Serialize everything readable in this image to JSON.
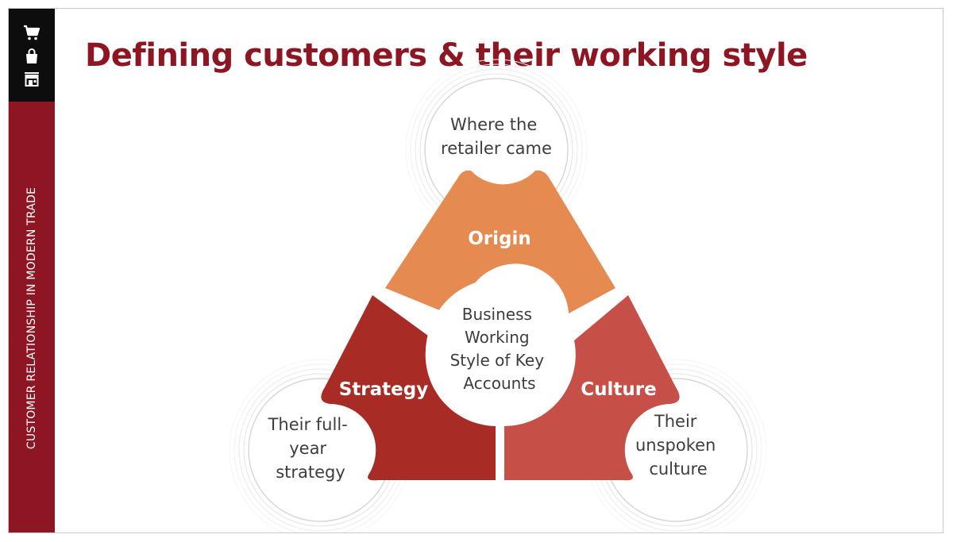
{
  "slide": {
    "title": "Defining customers & their working style",
    "sidebar_caption": "CUSTOMER RELATIONSHIP IN MODERN TRADE",
    "sidebar_icons": [
      "cart-icon",
      "shopping-bag-icon",
      "store-icon"
    ]
  },
  "diagram": {
    "center": [
      "Business",
      "Working",
      "Style of Key",
      "Accounts"
    ],
    "segments": [
      {
        "label": "Origin",
        "color": "#e58b52",
        "description": [
          "Where the",
          "retailer came"
        ]
      },
      {
        "label": "Strategy",
        "color": "#a82b25",
        "description": [
          "Their full-",
          "year",
          "strategy"
        ]
      },
      {
        "label": "Culture",
        "color": "#c64f47",
        "description": [
          "Their",
          "unspoken",
          "culture"
        ]
      }
    ]
  },
  "colors": {
    "accent": "#8e1622",
    "sidebar_top": "#0d0d0d",
    "text": "#3d3d3d"
  }
}
